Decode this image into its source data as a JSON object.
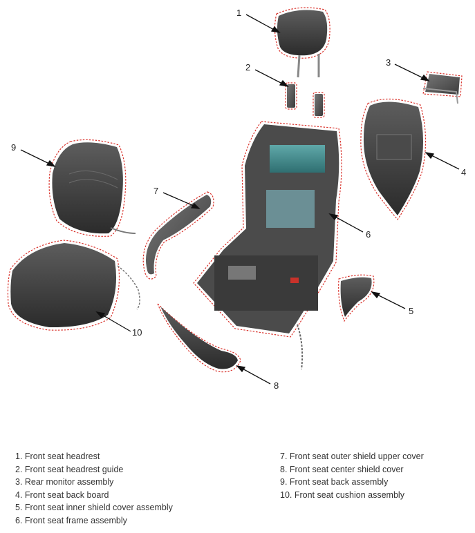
{
  "callouts": [
    "1",
    "2",
    "3",
    "4",
    "5",
    "6",
    "7",
    "8",
    "9",
    "10"
  ],
  "legend": {
    "left": [
      "1. Front seat headrest",
      "2. Front seat headrest guide",
      "3. Rear monitor assembly",
      "4. Front seat back board",
      "5. Front seat inner shield cover assembly",
      "6. Front seat frame assembly"
    ],
    "right": [
      "7. Front seat outer shield upper cover",
      "8. Front seat center shield cover",
      "9. Front seat back assembly",
      "10. Front seat cushion assembly"
    ]
  },
  "colors": {
    "outline": "#d9322b",
    "part_dark": "#3a3a3a",
    "part_mid": "#5a5a5a",
    "accent_teal": "#3f8d8f"
  }
}
